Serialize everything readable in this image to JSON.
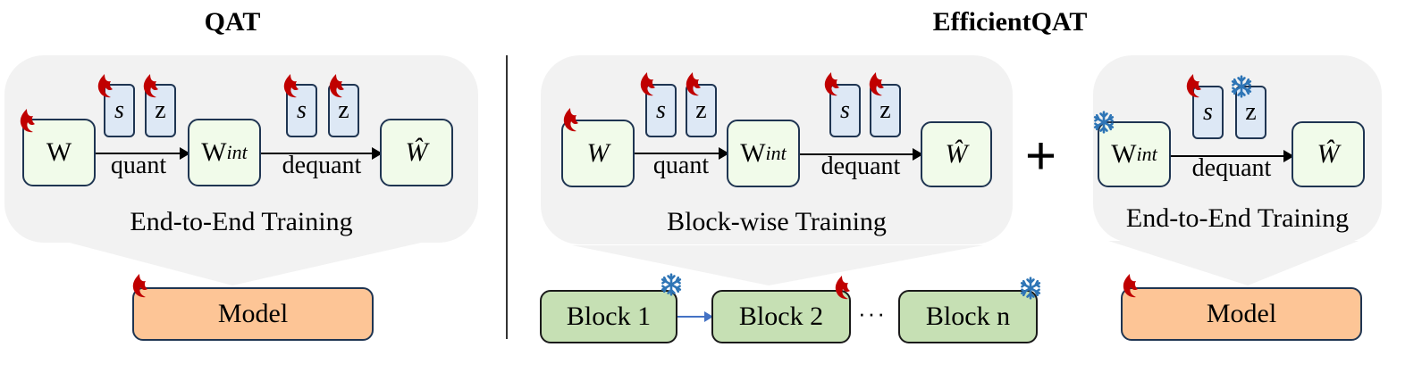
{
  "titles": {
    "left": "QAT",
    "right": "EfficientQAT"
  },
  "qat": {
    "w_label": "W",
    "wint_main": "W",
    "wint_sub": "int",
    "what_label": "Ŵ",
    "s_label": "s",
    "z_label": "z",
    "quant_label": "quant",
    "dequant_label": "dequant",
    "panel_label": "End-to-End Training",
    "model_label": "Model"
  },
  "blockwise": {
    "w_label": "W",
    "wint_main": "W",
    "wint_sub": "int",
    "what_label": "Ŵ",
    "s_label": "s",
    "z_label": "z",
    "quant_label": "quant",
    "dequant_label": "dequant",
    "panel_label": "Block-wise Training",
    "blocks": [
      "Block 1",
      "Block 2",
      "Block n"
    ],
    "ellipsis": "···"
  },
  "plus_sign": "+",
  "e2e": {
    "wint_main": "W",
    "wint_sub": "int",
    "what_label": "Ŵ",
    "s_label": "s",
    "z_label": "z",
    "dequant_label": "dequant",
    "panel_label": "End-to-End Training",
    "model_label": "Model"
  },
  "legend_semantics": {
    "flame": "trainable",
    "snowflake": "frozen"
  },
  "colors": {
    "panel_bg": "#f2f2f2",
    "weight_box": "#f1fbea",
    "param_box": "#dde8f5",
    "model_box": "#fdc596",
    "block_box": "#c6e0b4",
    "flame": "#c00000",
    "snowflake": "#2e75b6",
    "outline": "#1f3552"
  }
}
